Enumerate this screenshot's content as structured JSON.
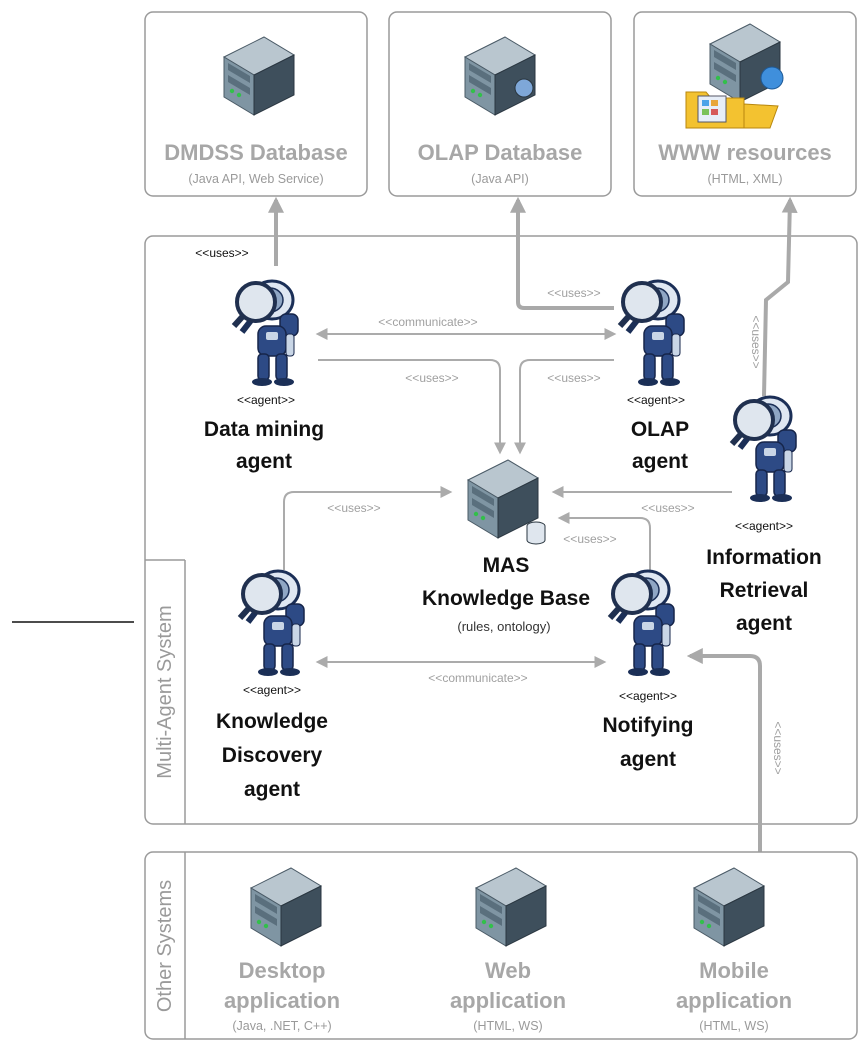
{
  "databases": {
    "dmdss": {
      "title": "DMDSS Database",
      "subtitle": "(Java API, Web Service)"
    },
    "olap": {
      "title": "OLAP Database",
      "subtitle": "(Java API)"
    },
    "www": {
      "title": "WWW resources",
      "subtitle": "(HTML, XML)"
    }
  },
  "mas": {
    "label": "Multi-Agent System",
    "knowledge_base": {
      "line1": "MAS",
      "line2": "Knowledge Base",
      "subtitle": "(rules, ontology)"
    },
    "agents": {
      "data_mining": {
        "stereotype": "<<agent>>",
        "line1": "Data mining",
        "line2": "agent"
      },
      "olap": {
        "stereotype": "<<agent>>",
        "line1": "OLAP",
        "line2": "agent"
      },
      "information_retrieval": {
        "stereotype": "<<agent>>",
        "line1": "Information",
        "line2": "Retrieval",
        "line3": "agent"
      },
      "knowledge_discovery": {
        "stereotype": "<<agent>>",
        "line1": "Knowledge",
        "line2": "Discovery",
        "line3": "agent"
      },
      "notifying": {
        "stereotype": "<<agent>>",
        "line1": "Notifying",
        "line2": "agent"
      }
    }
  },
  "relations": {
    "uses": "<<uses>>",
    "communicate": "<<communicate>>"
  },
  "other_systems": {
    "label": "Other Systems",
    "desktop": {
      "line1": "Desktop",
      "line2": "application",
      "subtitle": "(Java, .NET, C++)"
    },
    "web": {
      "line1": "Web",
      "line2": "application",
      "subtitle": "(HTML, WS)"
    },
    "mobile": {
      "line1": "Mobile",
      "line2": "application",
      "subtitle": "(HTML, WS)"
    }
  }
}
